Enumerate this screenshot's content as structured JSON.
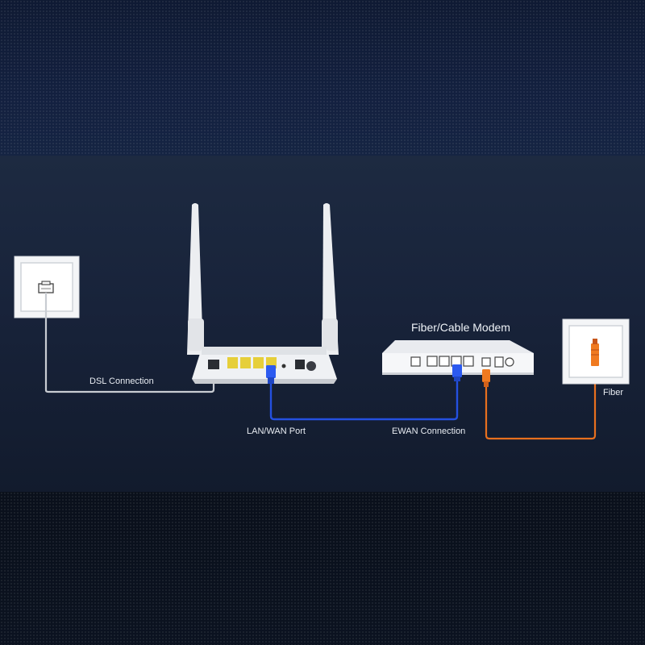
{
  "labels": {
    "dsl_connection": "DSL Connection",
    "lan_wan_port": "LAN/WAN Port",
    "ewan_connection": "EWAN Connection",
    "modem_title": "Fiber/Cable Modem",
    "fiber": "Fiber"
  },
  "colors": {
    "ethernet_cable": "#2450e0",
    "fiber_cable": "#e8701e",
    "phone_cable": "#c8ccd2",
    "device_body": "#f1f2f4",
    "lan_port": "#e6cf3a"
  }
}
